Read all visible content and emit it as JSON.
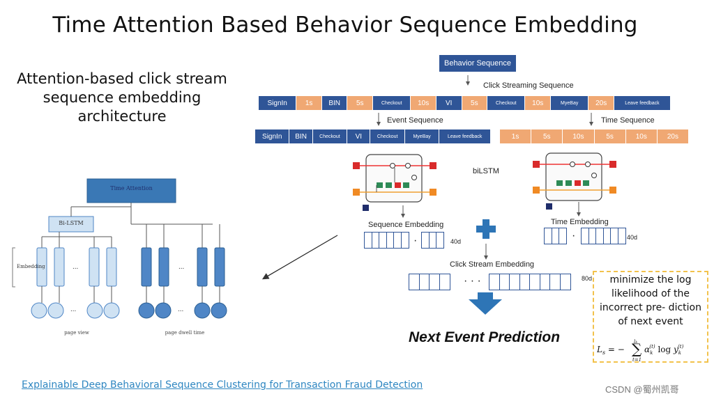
{
  "title": "Time Attention Based Behavior Sequence Embedding",
  "subtitle_lines": [
    "Attention-based click stream",
    "sequence embedding",
    "architecture"
  ],
  "behavior_sequence": "Behavior Sequence",
  "click_streaming_sequence": "Click Streaming Sequence",
  "stream_row": [
    {
      "t": "SignIn",
      "c": "blue"
    },
    {
      "t": "1s",
      "c": "orange"
    },
    {
      "t": "BIN",
      "c": "blue"
    },
    {
      "t": "5s",
      "c": "orange"
    },
    {
      "t": "Checkout",
      "c": "blue",
      "s": true
    },
    {
      "t": "10s",
      "c": "orange"
    },
    {
      "t": "VI",
      "c": "blue"
    },
    {
      "t": "5s",
      "c": "orange"
    },
    {
      "t": "Checkout",
      "c": "blue",
      "s": true
    },
    {
      "t": "10s",
      "c": "orange"
    },
    {
      "t": "MyeBay",
      "c": "blue",
      "s": true
    },
    {
      "t": "20s",
      "c": "orange"
    },
    {
      "t": "Leave feedback",
      "c": "blue",
      "s": true
    }
  ],
  "event_sequence_label": "Event Sequence",
  "event_row": [
    {
      "t": "SignIn"
    },
    {
      "t": "BIN"
    },
    {
      "t": "Checkout",
      "s": true
    },
    {
      "t": "VI"
    },
    {
      "t": "Checkout",
      "s": true
    },
    {
      "t": "MyeBay",
      "s": true
    },
    {
      "t": "Leave feedback",
      "s": true
    }
  ],
  "time_sequence_label": "Time Sequence",
  "time_row": [
    {
      "t": "1s"
    },
    {
      "t": "5s"
    },
    {
      "t": "10s"
    },
    {
      "t": "5s"
    },
    {
      "t": "10s"
    },
    {
      "t": "20s"
    }
  ],
  "bilstm": "biLSTM",
  "sequence_embedding": "Sequence Embedding",
  "time_embedding": "Time Embedding",
  "dim_40d": "40d",
  "click_stream_embedding": "Click Stream Embedding",
  "dim_80d": "80d",
  "next_event_prediction": "Next Event Prediction",
  "loss_text_lines": [
    "minimize the log",
    "likelihood of the",
    "incorrect pre- diction",
    "of next event"
  ],
  "left_diagram": {
    "time_attention": "Time Attention",
    "bi_lstm": "Bi-LSTM",
    "embedding": "Embedding",
    "ellipsis": "...",
    "page_view": "page view",
    "page_dwell_time": "page dwell time"
  },
  "paper_link": "Explainable Deep Behavioral Sequence Clustering for Transaction Fraud Detection",
  "watermark": "CSDN @蜀州凯哥",
  "colors": {
    "blue": "#2f5597",
    "orange": "#f0a873",
    "light_blue": "#cfe2f3",
    "mid_blue": "#4f86c6",
    "dashed": "#f2c24c",
    "link": "#2e86c1"
  }
}
